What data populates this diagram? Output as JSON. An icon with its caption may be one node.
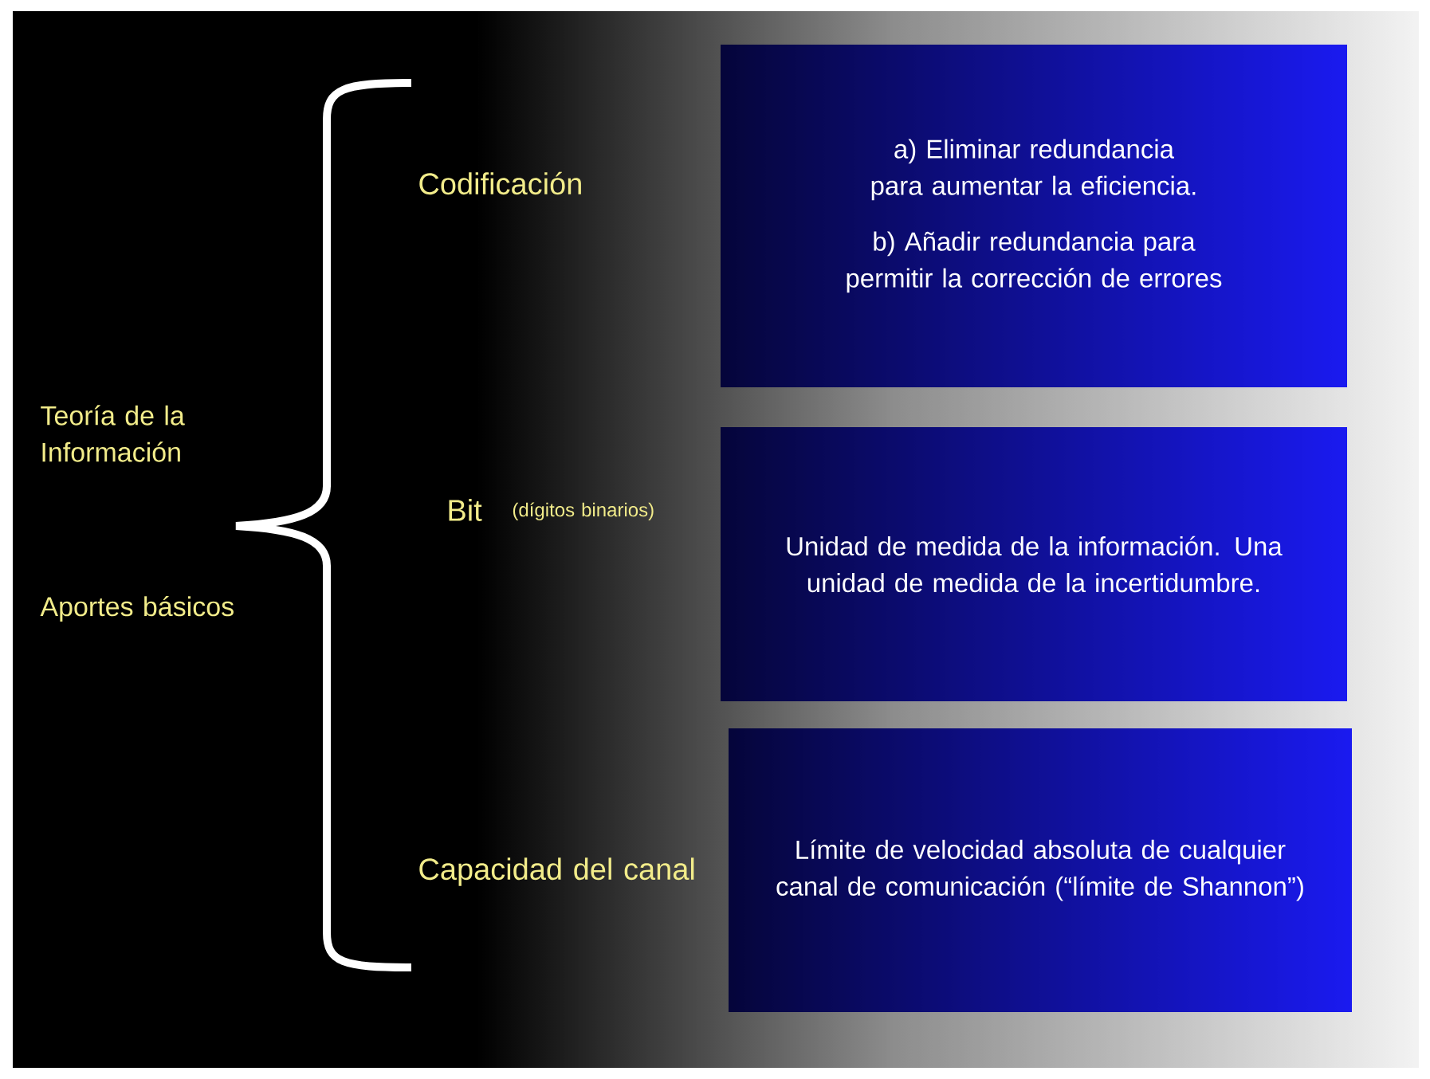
{
  "diagram": {
    "nodes": [
      {
        "text": [
          "a) Eliminar redundancia para aumentar la eficiencia.",
          "b) Añadir redundancia para permitir la corrección de errores"
        ]
      },
      {
        "text": [
          "Unidad de medida de la información. Una unidad de medida de la incertidumbre."
        ]
      },
      {
        "text": [
          "Límite de velocidad absoluta de cualquier canal de comunicación (“límite de Shannon”)"
        ]
      }
    ],
    "labels": [
      "Codificación",
      "Teoría de la Información",
      "Bit",
      "(dígitos binarios)",
      "Aportes básicos",
      "Capacidad del canal"
    ]
  }
}
